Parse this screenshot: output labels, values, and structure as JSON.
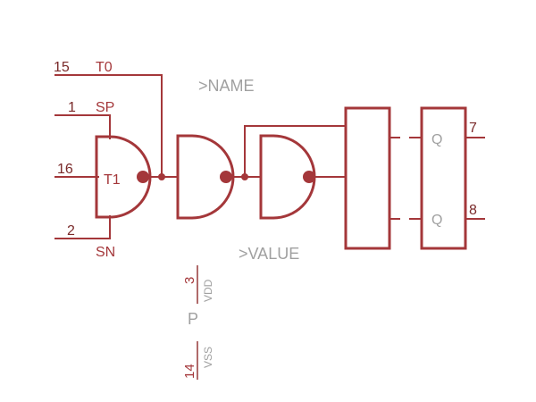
{
  "placeholders": {
    "name": ">NAME",
    "value": ">VALUE"
  },
  "pins": {
    "t0": {
      "number": "15",
      "label": "T0"
    },
    "sp": {
      "number": "1",
      "label": "SP"
    },
    "t1": {
      "number": "16",
      "label": "T1"
    },
    "sn": {
      "number": "2",
      "label": "SN"
    },
    "q_top": {
      "number": "7",
      "label": "Q"
    },
    "q_bottom": {
      "number": "8",
      "label": "Q"
    }
  },
  "power": {
    "label": "P",
    "vdd": {
      "number": "3",
      "label": "VDD"
    },
    "vss": {
      "number": "14",
      "label": "VSS"
    }
  },
  "colors": {
    "wire": "#a4373a",
    "text_dark": "#7a2a2a",
    "text_grey": "#a0a0a0"
  }
}
